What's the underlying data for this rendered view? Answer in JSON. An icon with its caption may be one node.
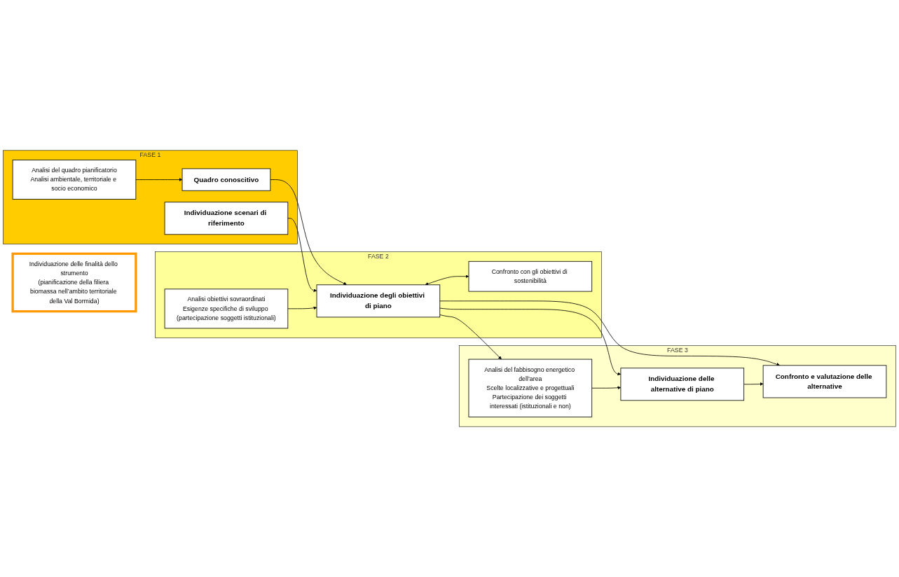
{
  "diagram": {
    "nodes": [
      {
        "text": [
          "Individuazione delle finalità dello strumento",
          "(pianificazione della filiera biomassa nell’ambito territoriale della Val Bormida)"
        ]
      },
      {
        "text": [
          "FASE 1"
        ]
      },
      {
        "text": [
          "Analisi del quadro pianificatorio",
          "Analisi ambientale, territoriale e socio economico"
        ],
        "in": 1
      },
      {
        "text": [
          "Quadro conoscitivo"
        ],
        "in": 1
      },
      {
        "text": [
          "Individuazione scenari di riferimento"
        ],
        "in": 1
      },
      {
        "text": [
          "FASE 2"
        ]
      },
      {
        "text": [
          "Analisi obiettivi sovraordinati",
          "Esigenze specifiche di sviluppo (partecipazione soggetti istituzionali)"
        ],
        "in": 5
      },
      {
        "text": [
          "Individuazione degli obiettivi di piano"
        ],
        "in": 5
      },
      {
        "text": [
          "Confronto con gli obiettivi di sostenibilità"
        ],
        "in": 5
      },
      {
        "text": [
          "FASE 3"
        ]
      },
      {
        "text": [
          "Analisi del fabbisogno energetico dell’area",
          "Scelte localizzative e progettuali",
          "Partecipazione dei soggetti interessati (istituzionali e non)"
        ],
        "in": 9
      },
      {
        "text": [
          "Individuazione delle alternative di piano"
        ],
        "in": 9
      },
      {
        "text": [
          "Confronto e valutazione delle alternative"
        ],
        "in": 9
      }
    ],
    "edges": [
      {
        "from": 2,
        "to": 3,
        "arrow": "to"
      },
      {
        "from": 3,
        "to": 7,
        "arrow": "to"
      },
      {
        "from": 4,
        "to": 7,
        "arrow": "to"
      },
      {
        "from": 6,
        "to": 7,
        "arrow": "to"
      },
      {
        "from": 7,
        "to": 8,
        "arrow": "both"
      },
      {
        "from": 7,
        "to": 10,
        "arrow": "to"
      },
      {
        "from": 7,
        "to": 11,
        "arrow": "to"
      },
      {
        "from": 7,
        "to": 12,
        "arrow": "to"
      },
      {
        "from": 10,
        "to": 11,
        "arrow": "to"
      },
      {
        "from": 11,
        "to": 12,
        "arrow": "to"
      }
    ]
  }
}
